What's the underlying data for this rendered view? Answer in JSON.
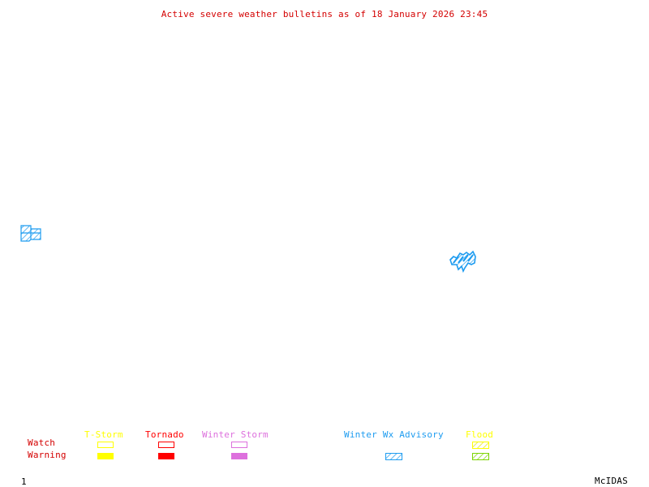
{
  "title": "Active severe weather bulletins as of 18 January 2026 23:45",
  "colors": {
    "title": "#d40000",
    "row_label": "#d40000",
    "tstorm": "#ffff00",
    "tornado": "#ff0000",
    "winter_storm": "#dd70dd",
    "winter_wx_advisory": "#1e9cf0",
    "flood_watch": "#ffff00",
    "flood_warning": "#7cd400",
    "footer": "#000000"
  },
  "legend": {
    "rows": {
      "watch": "Watch",
      "warning": "Warning"
    },
    "categories": [
      {
        "key": "tstorm",
        "label": "T-Storm",
        "watch": "outline",
        "warning": "solid"
      },
      {
        "key": "tornado",
        "label": "Tornado",
        "watch": "outline",
        "warning": "solid"
      },
      {
        "key": "winter_storm",
        "label": "Winter Storm",
        "watch": "outline",
        "warning": "solid"
      },
      {
        "key": "winter_wx_advisory",
        "label": "Winter Wx Advisory",
        "watch": "none",
        "warning": "hatched"
      },
      {
        "key": "flood",
        "label": "Flood",
        "watch": "hatched",
        "warning": "hatched"
      }
    ]
  },
  "map_areas": [
    {
      "type": "Winter Wx Advisory",
      "region": "west"
    },
    {
      "type": "Winter Wx Advisory",
      "region": "northeast"
    }
  ],
  "footer": {
    "frame_number": "1",
    "software": "McIDAS"
  }
}
